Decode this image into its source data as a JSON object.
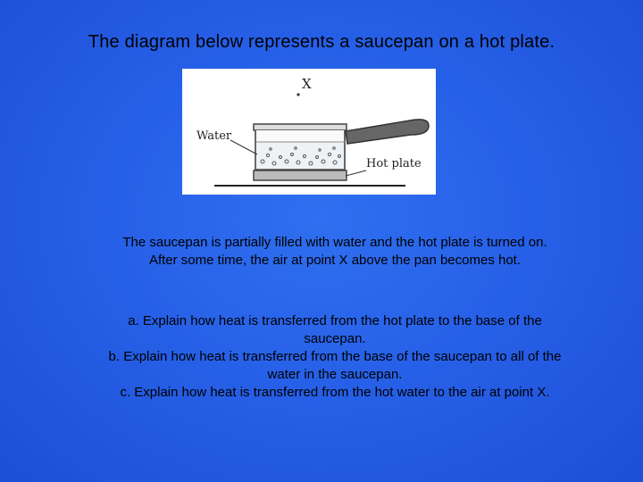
{
  "slide": {
    "title": "The diagram below represents a saucepan on a hot plate.",
    "intro": "The saucepan is partially filled with water and the hot plate is turned on. After some time, the air at point X above the pan becomes hot.",
    "questions": [
      "a. Explain how heat is transferred from the hot plate to the base of the saucepan.",
      "b. Explain how heat is transferred from the base of the saucepan to all of the water in the saucepan.",
      "c. Explain how heat is transferred from the hot water to the air at point X."
    ]
  },
  "diagram": {
    "label_x": "X",
    "label_water": "Water",
    "label_hot_plate": "Hot plate"
  },
  "colors": {
    "background": "#2760e8",
    "figure_background": "#ffffff"
  }
}
